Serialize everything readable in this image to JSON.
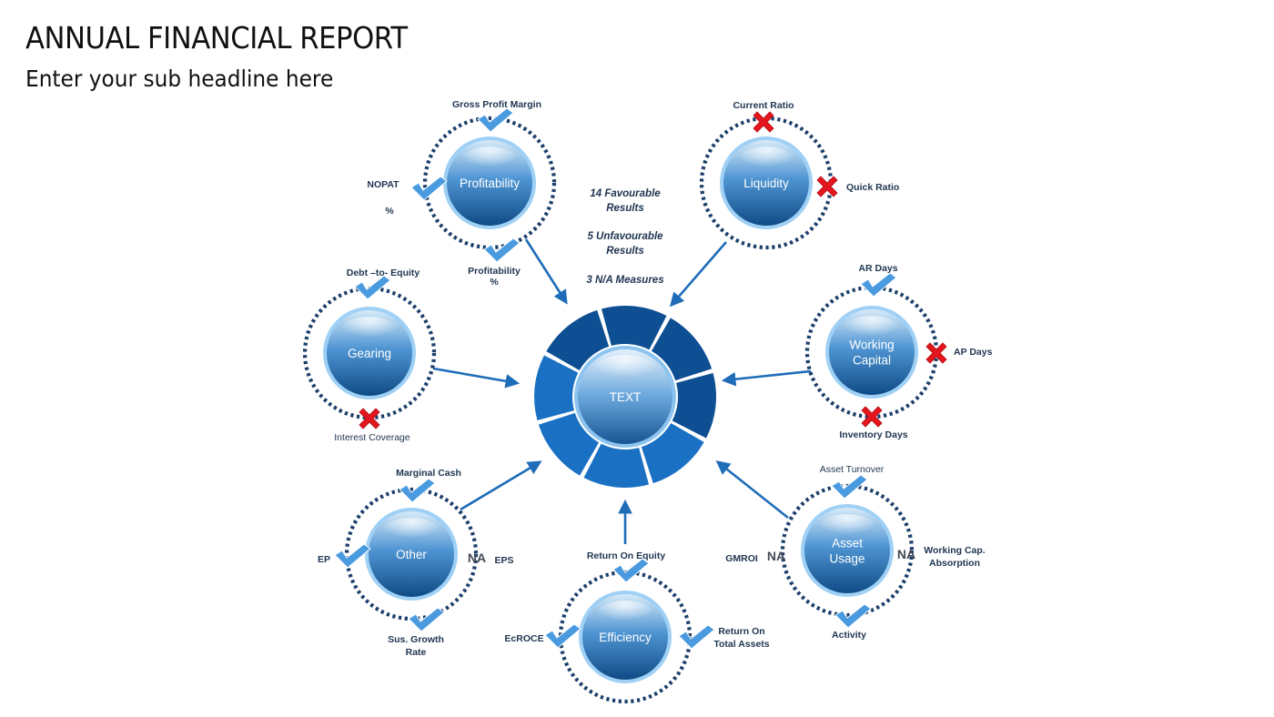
{
  "header": {
    "title": "ANNUAL FINANCIAL REPORT",
    "subtitle": "Enter your sub headline here"
  },
  "summary": {
    "favourable": [
      "14 Favourable",
      "Results"
    ],
    "unfavourable": [
      "5 Unfavourable",
      "Results"
    ],
    "na": "3 N/A Measures"
  },
  "center": {
    "label": "TEXT"
  },
  "colors": {
    "dark_blue": "#0d4f92",
    "mid_blue": "#1a71c4",
    "check_blue": "#4a9ae0",
    "cross_red": "#e3161e",
    "dots": "#1b3e6a"
  },
  "nodes": {
    "profitability": {
      "label": [
        "Profitability"
      ],
      "measures": [
        {
          "label": [
            "Gross Profit Margin"
          ],
          "status": "favourable"
        },
        {
          "label": [
            "NOPAT",
            "%"
          ],
          "status": "favourable"
        },
        {
          "label": [
            "Profitability",
            "%"
          ],
          "status": "favourable"
        }
      ]
    },
    "liquidity": {
      "label": [
        "Liquidity"
      ],
      "measures": [
        {
          "label": [
            "Current Ratio"
          ],
          "status": "unfavourable"
        },
        {
          "label": [
            "Quick Ratio"
          ],
          "status": "unfavourable"
        }
      ]
    },
    "gearing": {
      "label": [
        "Gearing"
      ],
      "measures": [
        {
          "label": [
            "Debt –to- Equity"
          ],
          "status": "favourable"
        },
        {
          "label": [
            "Interest Coverage"
          ],
          "status": "unfavourable"
        }
      ]
    },
    "working_capital": {
      "label": [
        "Working",
        "Capital"
      ],
      "measures": [
        {
          "label": [
            "AR Days"
          ],
          "status": "favourable"
        },
        {
          "label": [
            "AP Days"
          ],
          "status": "unfavourable"
        },
        {
          "label": [
            "Inventory Days"
          ],
          "status": "unfavourable"
        }
      ]
    },
    "other": {
      "label": [
        "Other"
      ],
      "measures": [
        {
          "label": [
            "Marginal Cash"
          ],
          "status": "favourable"
        },
        {
          "label": [
            "EP"
          ],
          "status": "favourable"
        },
        {
          "label": [
            "EPS"
          ],
          "status": "na"
        },
        {
          "label": [
            "Sus. Growth",
            "Rate"
          ],
          "status": "favourable"
        }
      ]
    },
    "efficiency": {
      "label": [
        "Efficiency"
      ],
      "measures": [
        {
          "label": [
            "Return On Equity"
          ],
          "status": "favourable"
        },
        {
          "label": [
            "EcROCE"
          ],
          "status": "favourable"
        },
        {
          "label": [
            "Return On",
            "Total Assets"
          ],
          "status": "favourable"
        }
      ]
    },
    "asset_usage": {
      "label": [
        "Asset",
        "Usage"
      ],
      "measures": [
        {
          "label": [
            "Asset Turnover"
          ],
          "status": "favourable"
        },
        {
          "label": [
            "GMROI"
          ],
          "status": "na"
        },
        {
          "label": [
            "Working Cap.",
            "Absorption"
          ],
          "status": "na"
        },
        {
          "label": [
            "Activity"
          ],
          "status": "favourable"
        }
      ]
    }
  },
  "na_mark": "NA"
}
